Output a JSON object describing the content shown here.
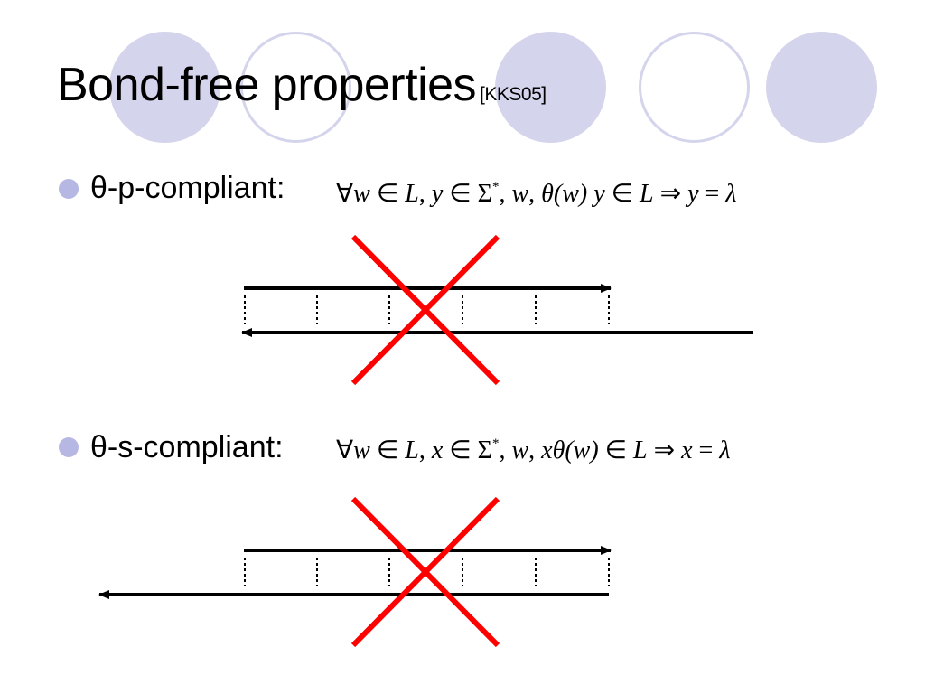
{
  "title": {
    "main": "Bond-free properties",
    "citation": "[KKS05]"
  },
  "colors": {
    "circle_fill": "#d4d4ec",
    "bullet": "#b7b7e4",
    "cross": "#ff0000"
  },
  "bullets": [
    {
      "label": "θ-p-compliant:",
      "formula": {
        "forall": "∀",
        "v1": "w",
        "in1": " ∈ ",
        "set1": "L",
        "sep1": ", ",
        "v2": "y",
        "in2": " ∈ ",
        "sigma": "Σ",
        "star": "*",
        "sep2": ", ",
        "v3": "w",
        "sep3": ", ",
        "theta_expr": "θ(w)",
        "v4": " y",
        "in3": " ∈ ",
        "set2": "L",
        "implies": " ⇒ ",
        "v5": "y",
        "eq": " = ",
        "lambda": "λ"
      },
      "diagram_marker": "crossed-out"
    },
    {
      "label": "θ-s-compliant:",
      "formula": {
        "forall": "∀",
        "v1": "w",
        "in1": " ∈ ",
        "set1": "L",
        "sep1": ", ",
        "v2": "x",
        "in2": " ∈ ",
        "sigma": "Σ",
        "star": "*",
        "sep2": ", ",
        "v3": "w",
        "sep3": ", ",
        "pre": "x",
        "theta_expr": "θ(w)",
        "in3": " ∈ ",
        "set2": "L",
        "implies": " ⇒ ",
        "v5": "x",
        "eq": " = ",
        "lambda": "λ"
      },
      "diagram_marker": "crossed-out"
    }
  ]
}
